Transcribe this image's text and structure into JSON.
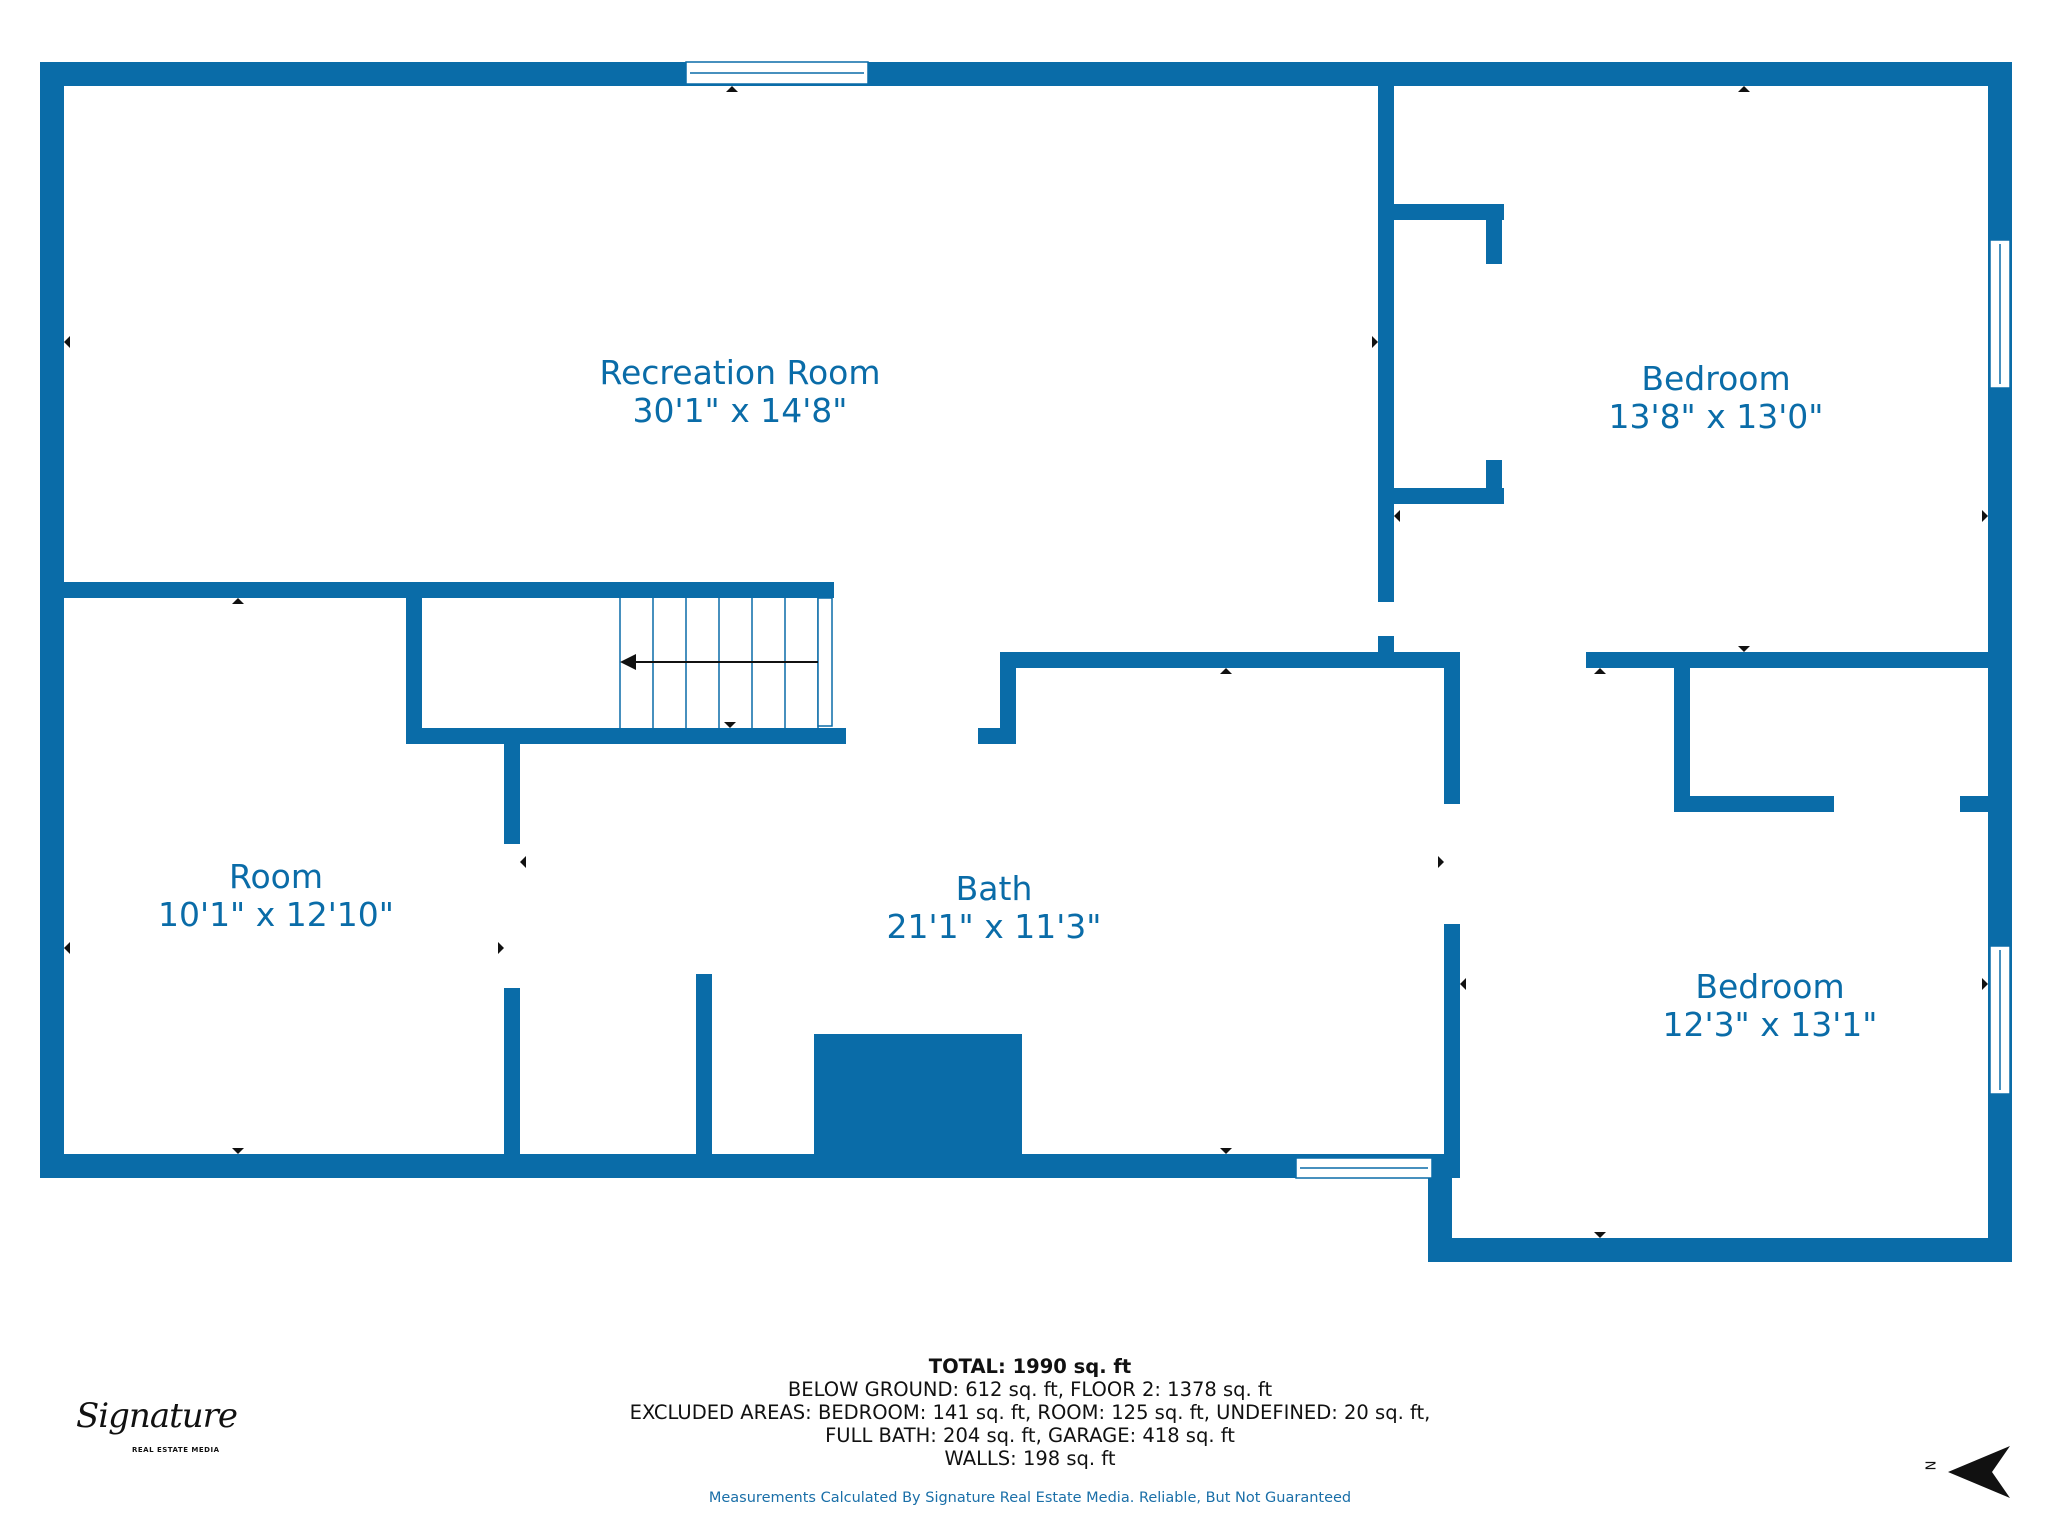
{
  "colors": {
    "wall": "#0a6ca8",
    "label": "#0a6ca8",
    "text": "#111111",
    "disclaimer": "#1a6fa8"
  },
  "rooms": [
    {
      "id": "recreation-room",
      "name": "Recreation Room",
      "size": "30'1\" x 14'8\""
    },
    {
      "id": "bedroom-1",
      "name": "Bedroom",
      "size": "13'8\" x 13'0\""
    },
    {
      "id": "room",
      "name": "Room",
      "size": "10'1\" x 12'10\""
    },
    {
      "id": "bath",
      "name": "Bath",
      "size": "21'1\" x 11'3\""
    },
    {
      "id": "bedroom-2",
      "name": "Bedroom",
      "size": "12'3\" x 13'1\""
    }
  ],
  "summary": {
    "total_label": "TOTAL:",
    "total_value": " 1990 sq. ft",
    "line1": "BELOW GROUND: 612 sq. ft, FLOOR 2: 1378 sq. ft",
    "line2": "EXCLUDED AREAS: BEDROOM: 141 sq. ft, ROOM: 125 sq. ft, UNDEFINED: 20 sq. ft,",
    "line3": "FULL BATH: 204 sq. ft, GARAGE: 418 sq. ft",
    "line4": "WALLS: 198 sq. ft"
  },
  "disclaimer": "Measurements Calculated By Signature Real Estate Media. Reliable, But Not Guaranteed",
  "logo": {
    "script": "Signature",
    "sub": "REAL ESTATE MEDIA"
  },
  "compass": {
    "letter": "N",
    "icon": "north-arrow-icon"
  }
}
